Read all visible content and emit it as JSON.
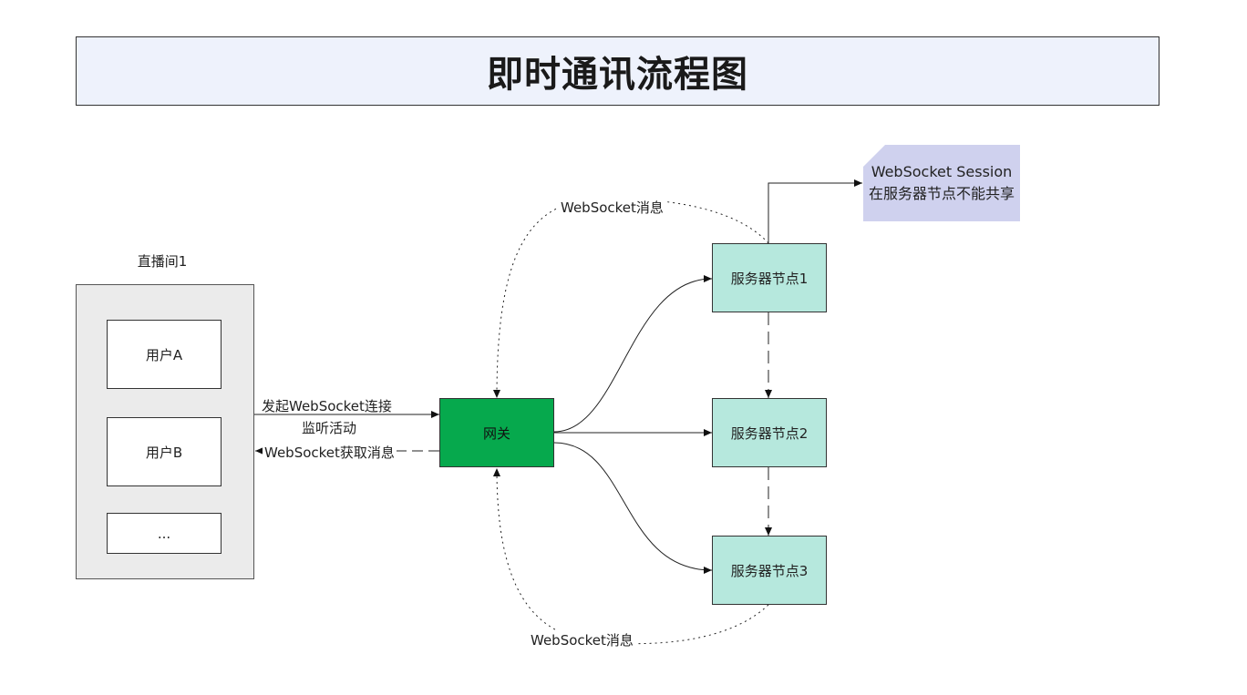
{
  "title": "即时通讯流程图",
  "room": {
    "title": "直播间1",
    "users": [
      "用户A",
      "用户B",
      "..."
    ]
  },
  "gateway": {
    "label": "网关"
  },
  "servers": [
    "服务器节点1",
    "服务器节点2",
    "服务器节点3"
  ],
  "note": {
    "line1": "WebSocket Session",
    "line2": "在服务器节点不能共享"
  },
  "edges": {
    "connect": "发起WebSocket连接",
    "listen": "监听活动",
    "receive": "WebSocket获取消息",
    "msg_top": "WebSocket消息",
    "msg_bottom": "WebSocket消息"
  },
  "colors": {
    "title_bg": "#eef2fc",
    "room_bg": "#ebebeb",
    "gateway": "#06a94d",
    "server": "#b6e8dd",
    "note": "#cfd1ee"
  }
}
